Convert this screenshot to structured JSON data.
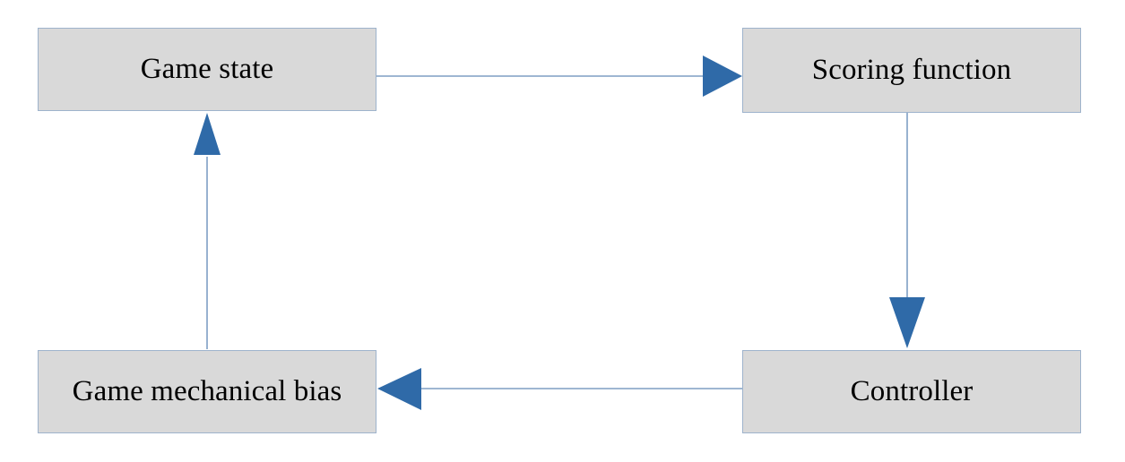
{
  "diagram": {
    "type": "flow-cycle",
    "background_color": "#ffffff",
    "node_fill_color": "#d9d9d9",
    "node_border_color": "#9eb3cc",
    "connector_line_color": "#7f9ec4",
    "arrowhead_color": "#2f6aa8",
    "text_color": "#000000",
    "nodes": [
      {
        "id": "game-state",
        "label": "Game state"
      },
      {
        "id": "scoring-function",
        "label": "Scoring function"
      },
      {
        "id": "controller",
        "label": "Controller"
      },
      {
        "id": "game-mechanical-bias",
        "label": "Game mechanical bias"
      }
    ],
    "edges": [
      {
        "id": "game-state-to-scoring-function",
        "from": "game-state",
        "to": "scoring-function",
        "direction": "right",
        "label": ""
      },
      {
        "id": "scoring-function-to-controller",
        "from": "scoring-function",
        "to": "controller",
        "direction": "down",
        "label": ""
      },
      {
        "id": "controller-to-game-mechanical-bias",
        "from": "controller",
        "to": "game-mechanical-bias",
        "direction": "left",
        "label": ""
      },
      {
        "id": "game-mechanical-bias-to-game-state",
        "from": "game-mechanical-bias",
        "to": "game-state",
        "direction": "up",
        "label": ""
      }
    ]
  }
}
